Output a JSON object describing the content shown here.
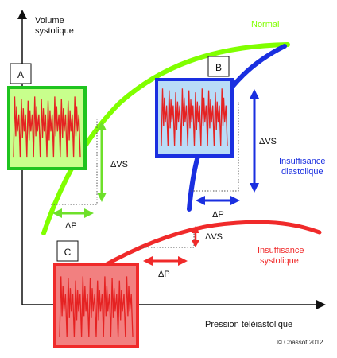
{
  "axes": {
    "y_label_line1": "Volume",
    "y_label_line2": "systolique",
    "x_label": "Pression téléiastolique"
  },
  "copyright": "© Chassot 2012",
  "curves": {
    "normal": {
      "label": "Normal",
      "color": "#80ff00"
    },
    "diastolic": {
      "label_line1": "Insuffisance",
      "label_line2": "diastolique",
      "color": "#1a2fe0"
    },
    "systolic": {
      "label_line1": "Insuffisance",
      "label_line2": "systolique",
      "color": "#f02a2a"
    }
  },
  "panels": {
    "a": {
      "label": "A",
      "border": "#1fc41f",
      "fill": "#c8ff8c"
    },
    "b": {
      "label": "B",
      "border": "#1a2fe0",
      "fill": "#b9dcf7"
    },
    "c": {
      "label": "C",
      "border": "#f02a2a",
      "fill": "#f28080"
    }
  },
  "annotations": {
    "normal_dvs": "ΔVS",
    "normal_dp": "ΔP",
    "diastolic_dvs": "ΔVS",
    "diastolic_dp": "ΔP",
    "systolic_dvs": "ΔVS",
    "systolic_dp": "ΔP"
  },
  "trace_color": "#e52222"
}
